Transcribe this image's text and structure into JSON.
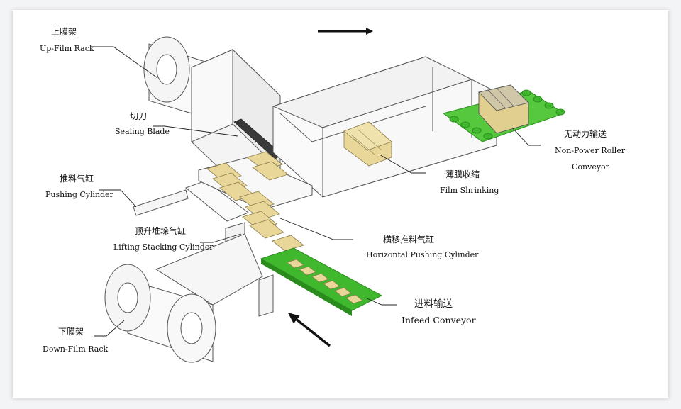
{
  "labels": {
    "up_film_rack": {
      "zh": "上膜架",
      "en": "Up-Film Rack"
    },
    "sealing_blade": {
      "zh": "切刀",
      "en": "Sealing Blade"
    },
    "pushing_cylinder": {
      "zh": "推料气缸",
      "en": "Pushing Cylinder"
    },
    "lifting_stacking_cylinder": {
      "zh": "顶升堆垛气缸",
      "en": "Lifting Stacking Cylinder"
    },
    "down_film_rack": {
      "zh": "下膜架",
      "en": "Down-Film Rack"
    },
    "horizontal_pushing_cylinder": {
      "zh": "横移推料气缸",
      "en": "Horizontal Pushing Cylinder"
    },
    "infeed_conveyor": {
      "zh": "进料输送",
      "en": "Infeed Conveyor"
    },
    "film_shrinking": {
      "zh": "薄膜收缩",
      "en": "Film Shrinking"
    },
    "non_power_roller_conveyor": {
      "zh": "无动力输送",
      "en_line1": "Non-Power Roller",
      "en_line2": "Conveyor"
    }
  },
  "colors": {
    "conveyor_green": "#3fb82e",
    "conveyor_green_dark": "#2a8c1d",
    "box_tan": "#e9d79a",
    "box_tan_dark": "#a89a66",
    "machine_face": "#f7f7f7",
    "arrow": "#111111"
  }
}
